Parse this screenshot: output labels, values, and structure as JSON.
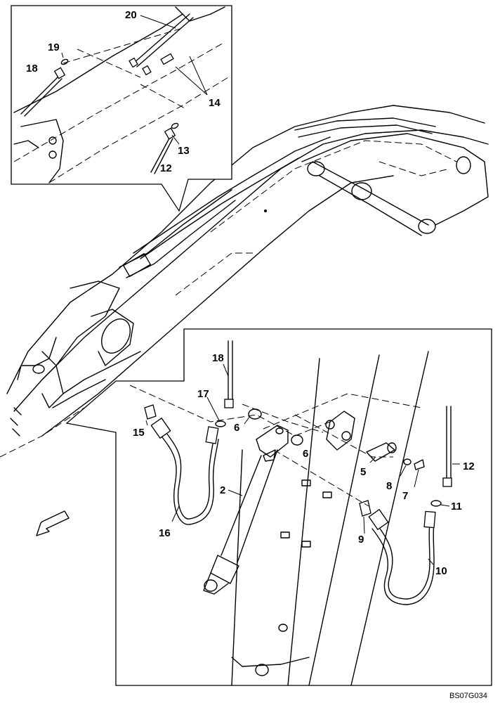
{
  "callouts": {
    "c20": "20",
    "c19": "19",
    "c18_top": "18",
    "c14": "14",
    "c13": "13",
    "c12_top": "12",
    "c18": "18",
    "c17": "17",
    "c6_a": "6",
    "c6_b": "6",
    "c15": "15",
    "c2": "2",
    "c16": "16",
    "c5": "5",
    "c8": "8",
    "c7": "7",
    "c12": "12",
    "c11": "11",
    "c9": "9",
    "c10": "10"
  },
  "drawing_code": "BS07G034"
}
